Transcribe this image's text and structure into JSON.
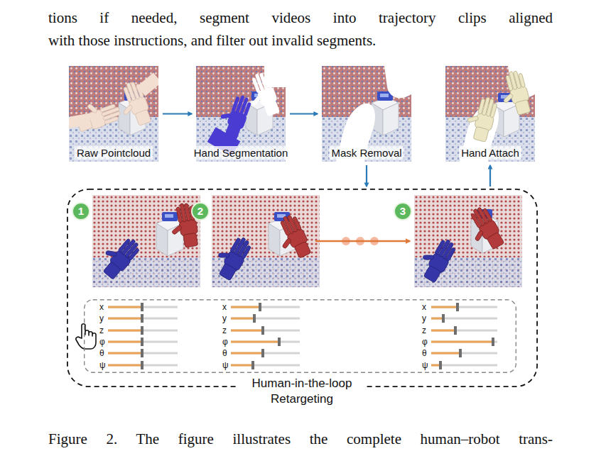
{
  "diagram": {
    "caption": "Figure 2. The figure illustrates the complete human–robot trans-",
    "nodes": [
      {
        "text": [
          "Raw Pointcloud"
        ]
      },
      {
        "text": [
          "Hand Segmentation"
        ]
      },
      {
        "text": [
          "Mask Removal"
        ]
      },
      {
        "text": [
          "Hand Attach"
        ]
      },
      {
        "text": [
          "Human-in-the-loop Retargeting"
        ]
      },
      {
        "text": [
          "1"
        ],
        "in": 4
      },
      {
        "text": [
          "2"
        ],
        "in": 4
      },
      {
        "text": [
          "3"
        ],
        "in": 4
      },
      {
        "text": [
          "x",
          "y",
          "z",
          "φ",
          "θ",
          "ψ",
          "x",
          "y",
          "z",
          "φ",
          "θ",
          "ψ",
          "x",
          "y",
          "z",
          "φ",
          "θ",
          "ψ"
        ],
        "in": 4
      }
    ],
    "edges": [
      {
        "from": 0,
        "to": 1,
        "arrow": "to"
      },
      {
        "from": 1,
        "to": 2,
        "arrow": "to"
      },
      {
        "from": 2,
        "to": 4,
        "arrow": "to"
      },
      {
        "from": 4,
        "to": 3,
        "arrow": "to"
      },
      {
        "from": 6,
        "to": 7,
        "arrow": "to"
      }
    ],
    "labels": [
      "tions if needed, segment videos into trajectory clips aligned",
      "with those instructions, and filter out invalid segments."
    ]
  }
}
